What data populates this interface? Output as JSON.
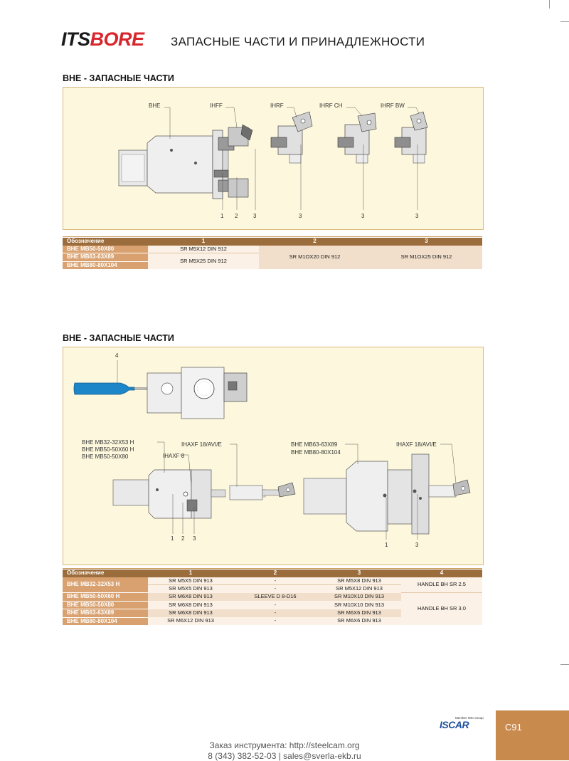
{
  "brand": {
    "logo_left": "ITS",
    "logo_right": "BORE"
  },
  "page_title": "ЗАПАСНЫЕ ЧАСТИ И ПРИНАДЛЕЖНОСТИ",
  "section1": {
    "title": "BHE - ЗАПАСНЫЕ ЧАСТИ",
    "figure_labels": {
      "bhe": "BHE",
      "ihff": "IHFF",
      "ihrf": "IHRF",
      "ihrf_ch": "IHRF CH",
      "ihrf_bw": "IHRF BW",
      "n1": "1",
      "n2": "2",
      "n3a": "3",
      "n3b": "3",
      "n3c": "3",
      "n3d": "3"
    },
    "table": {
      "headers": [
        "Обозначение",
        "1",
        "2",
        "3"
      ],
      "rows": [
        "BHE MB50-50X80",
        "BHE MB63-63X89",
        "BHE MB80-80X104"
      ],
      "col1": [
        "SR M5X12 DIN 912",
        "SR M5X25 DIN 912"
      ],
      "col2": "SR M1OX20 DIN 912",
      "col3": "SR M1OX25 DIN 912"
    }
  },
  "section2": {
    "title": "BHE - ЗАПАСНЫЕ ЧАСТИ",
    "figure_labels": {
      "n4": "4",
      "small_group": [
        "BHE MB32-32X53 H",
        "BHE MB50-50X60 H",
        "BHE MB50-50X80"
      ],
      "ihaxf18_left": "IHAXF 18/AVI/E",
      "ihaxf8": "IHAXF 8",
      "large_group": [
        "BHE MB63-63X89",
        "BHE MB80-80X104"
      ],
      "ihaxf18_right": "IHAXF 18/AVI/E",
      "n1": "1",
      "n2": "2",
      "n3": "3",
      "n1b": "1",
      "n3b": "3"
    },
    "table": {
      "headers": [
        "Обозначение",
        "1",
        "2",
        "3",
        "4"
      ],
      "rows": [
        {
          "d": "BHE MB32-32X53 H",
          "c1": [
            "SR M5X5 DIN 913",
            "SR M5X5 DIN 913"
          ],
          "c2": [
            "-",
            "-"
          ],
          "c3": [
            "SR M5X8 DIN 913",
            "SR M5X12 DIN 913"
          ]
        },
        {
          "d": "BHE MB50-50X60 H",
          "c1": "SR M6X8 DIN 913",
          "c2": "SLEEVE D 8-D16",
          "c3": "SR M10X10 DIN 913"
        },
        {
          "d": "BHE MB50-50X80",
          "c1": "SR M6X8 DIN 913",
          "c2": "-",
          "c3": "SR M10X10 DIN 913"
        },
        {
          "d": "BHE MB63-63X89",
          "c1": "SR M6X8 DIN 913",
          "c2": "-",
          "c3": "SR M6X6 DIN 913"
        },
        {
          "d": "BHE MB80-80X104",
          "c1": "SR M6X12 DIN 913",
          "c2": "-",
          "c3": "SR M6X6 DIN 913"
        }
      ],
      "col4": [
        "HANDLE BH SR 2.5",
        "HANDLE BH SR 3.0"
      ]
    }
  },
  "footer": {
    "line1": "Заказ инструмента: http://steelcam.org",
    "line2": "8 (343) 382-52-03  |  sales@sverla-ekb.ru",
    "iscar": "ISCAR",
    "member": "Member IMC Group",
    "page": "C91"
  },
  "colors": {
    "header_brown": "#9c6d3c",
    "designation": "#d8a16f",
    "figure_bg": "#fdf8dd",
    "logo_red": "#d8262c",
    "blue_handle": "#1d86c8"
  }
}
